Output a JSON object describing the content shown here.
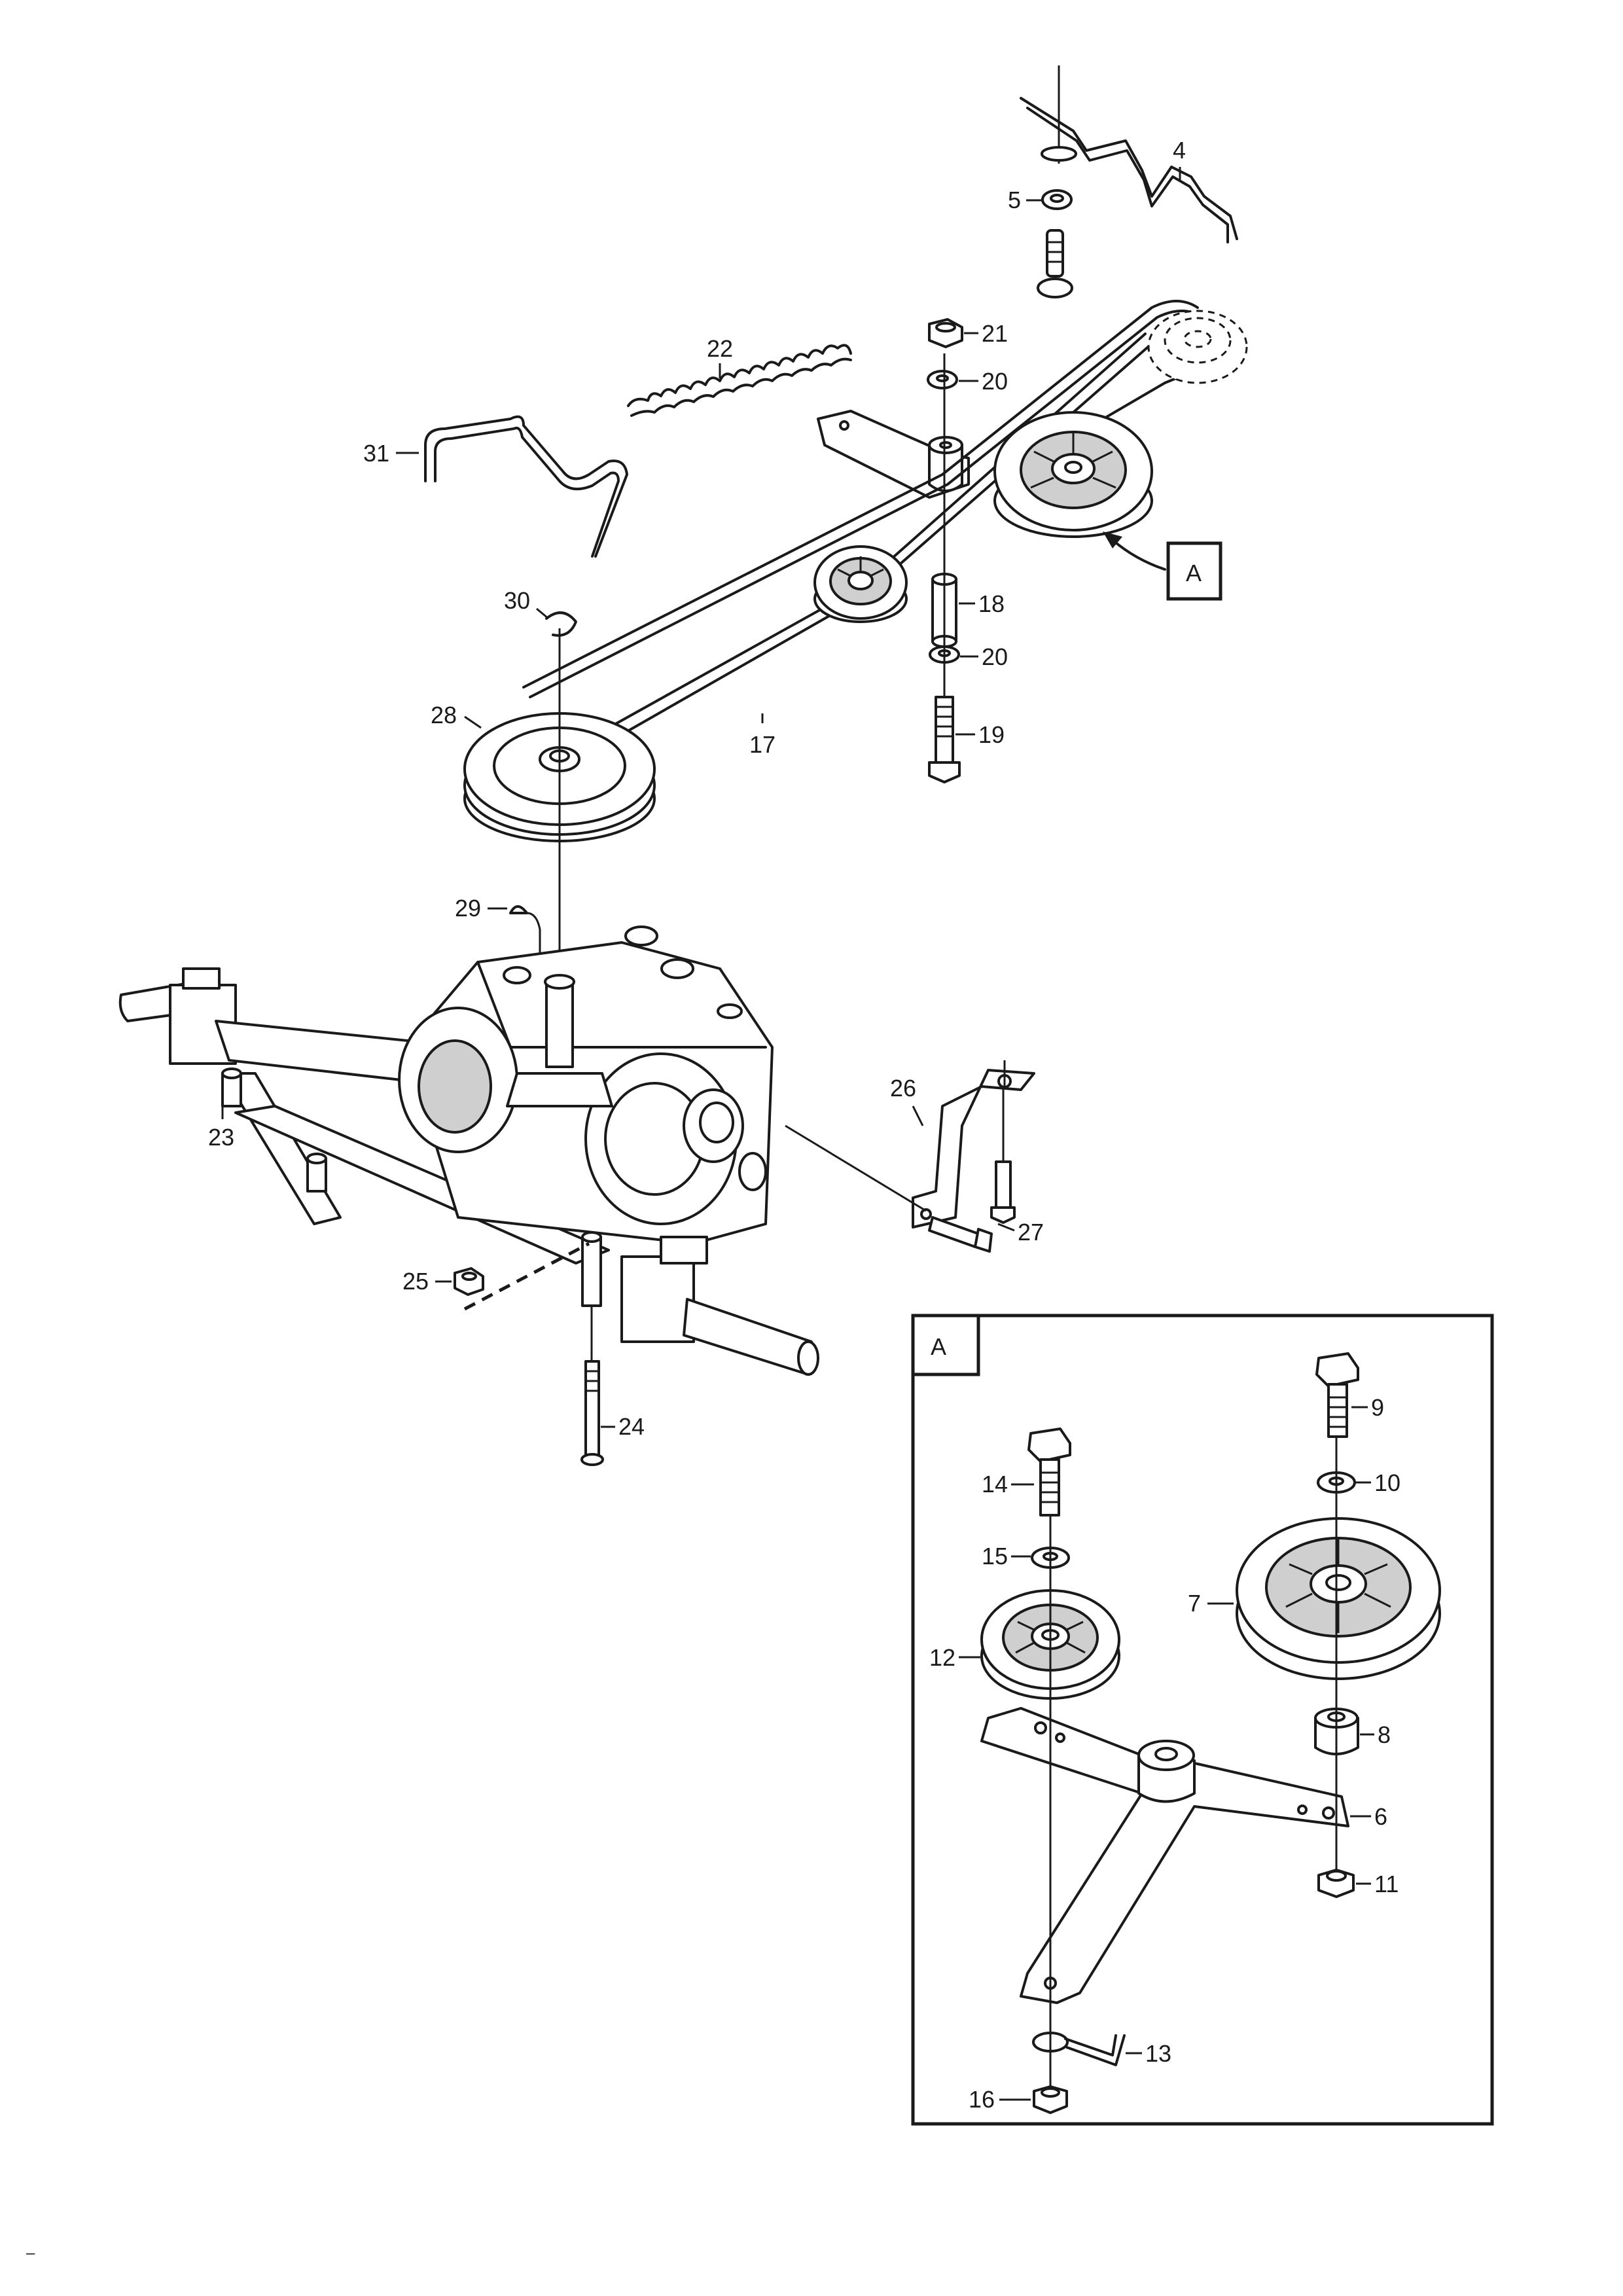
{
  "diagram": {
    "detail_tag": "A",
    "detail_ref_tag": "A",
    "footer_mark": "–",
    "callouts": {
      "c4": "4",
      "c5": "5",
      "c21": "21",
      "c22": "22",
      "c20a": "20",
      "c31": "31",
      "c30": "30",
      "c18": "18",
      "c20b": "20",
      "c28": "28",
      "c17": "17",
      "c19": "19",
      "c29": "29",
      "c26": "26",
      "c23": "23",
      "c27": "27",
      "c25": "25",
      "c24": "24",
      "c9": "9",
      "c10": "10",
      "c14": "14",
      "c15": "15",
      "c7": "7",
      "c12": "12",
      "c8": "8",
      "c6": "6",
      "c11": "11",
      "c13": "13",
      "c16": "16"
    }
  }
}
